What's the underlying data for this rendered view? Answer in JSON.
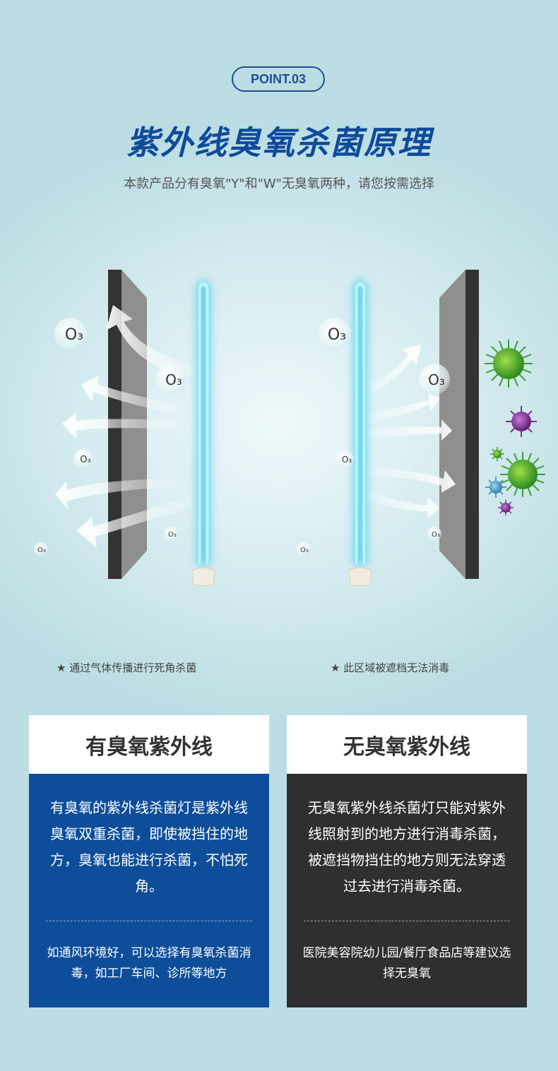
{
  "badge": "POINT.03",
  "title": "紫外线臭氧杀菌原理",
  "subtitle": "本款产品分有臭氧\"Y\"和\"W\"无臭氧两种，请您按需选择",
  "ozone_label": "O₃",
  "captions": {
    "left": "★ 通过气体传播进行死角杀菌",
    "right": "★ 此区域被遮档无法消毒"
  },
  "cards": {
    "ozone": {
      "title": "有臭氧紫外线",
      "description": "有臭氧的紫外线杀菌灯是紫外线臭氧双重杀菌，即使被挡住的地方，臭氧也能进行杀菌，不怕死角。",
      "note": "如通风环境好，可以选择有臭氧杀菌消毒，如工厂车间、诊所等地方"
    },
    "no_ozone": {
      "title": "无臭氧紫外线",
      "description": "无臭氧紫外线杀菌灯只能对紫外线照射到的地方进行消毒杀菌，被遮挡物挡住的地方则无法穿透过去进行消毒杀菌。",
      "note": "医院美容院幼儿园/餐厅食品店等建议选择无臭氧"
    }
  },
  "colors": {
    "brand_blue": "#0d4d9a",
    "dark_card": "#2f2f31",
    "uv_glow": "#5fd3ef",
    "virus_green": "#3aa02c",
    "virus_purple": "#7a2f8e"
  }
}
